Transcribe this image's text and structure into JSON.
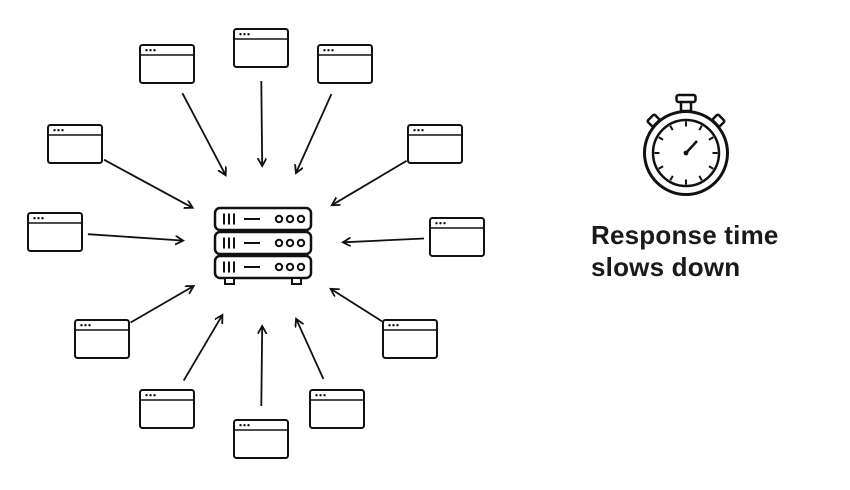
{
  "caption": {
    "line1": "Response time",
    "line2": "slows down"
  },
  "diagram": {
    "type": "hub-and-spoke",
    "client_count": 12,
    "client_icon": "browser-window-icon",
    "hub_icon": "server-stack-icon",
    "side_icon": "stopwatch-icon"
  },
  "colors": {
    "line": "#111111",
    "background": "#ffffff",
    "text": "#1a1a1a"
  }
}
